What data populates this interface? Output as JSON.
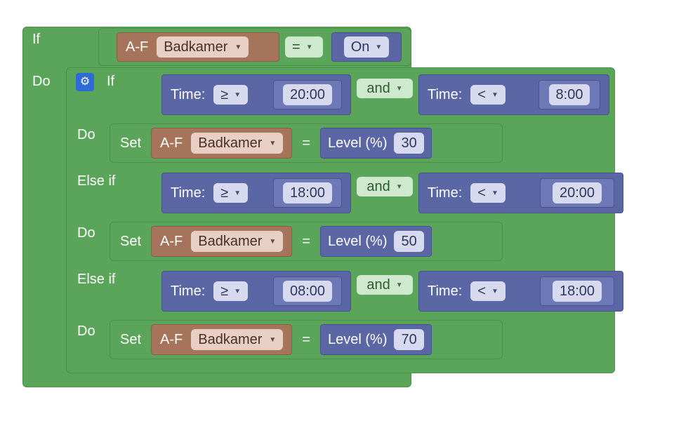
{
  "keywords": {
    "if": "If",
    "do": "Do",
    "else_if": "Else if",
    "set": "Set",
    "and": "and",
    "equals": "="
  },
  "top_condition": {
    "device_prefix": "A-F",
    "device_name": "Badkamer",
    "operator": "=",
    "value": "On"
  },
  "blocks": [
    {
      "label": "If",
      "left": {
        "label": "Time:",
        "operator": "≥",
        "time": "20:00"
      },
      "join": "and",
      "right": {
        "label": "Time:",
        "operator": "<",
        "time": "8:00"
      },
      "action": {
        "device_prefix": "A-F",
        "device_name": "Badkamer",
        "property": "Level (%)",
        "value": "30"
      }
    },
    {
      "label": "Else if",
      "left": {
        "label": "Time:",
        "operator": "≥",
        "time": "18:00"
      },
      "join": "and",
      "right": {
        "label": "Time:",
        "operator": "<",
        "time": "20:00"
      },
      "action": {
        "device_prefix": "A-F",
        "device_name": "Badkamer",
        "property": "Level (%)",
        "value": "50"
      }
    },
    {
      "label": "Else if",
      "left": {
        "label": "Time:",
        "operator": "≥",
        "time": "08:00"
      },
      "join": "and",
      "right": {
        "label": "Time:",
        "operator": "<",
        "time": "18:00"
      },
      "action": {
        "device_prefix": "A-F",
        "device_name": "Badkamer",
        "property": "Level (%)",
        "value": "70"
      }
    }
  ],
  "icons": {
    "dropdown_arrow": "dropdown-arrow-icon",
    "gear": "gear-icon"
  }
}
